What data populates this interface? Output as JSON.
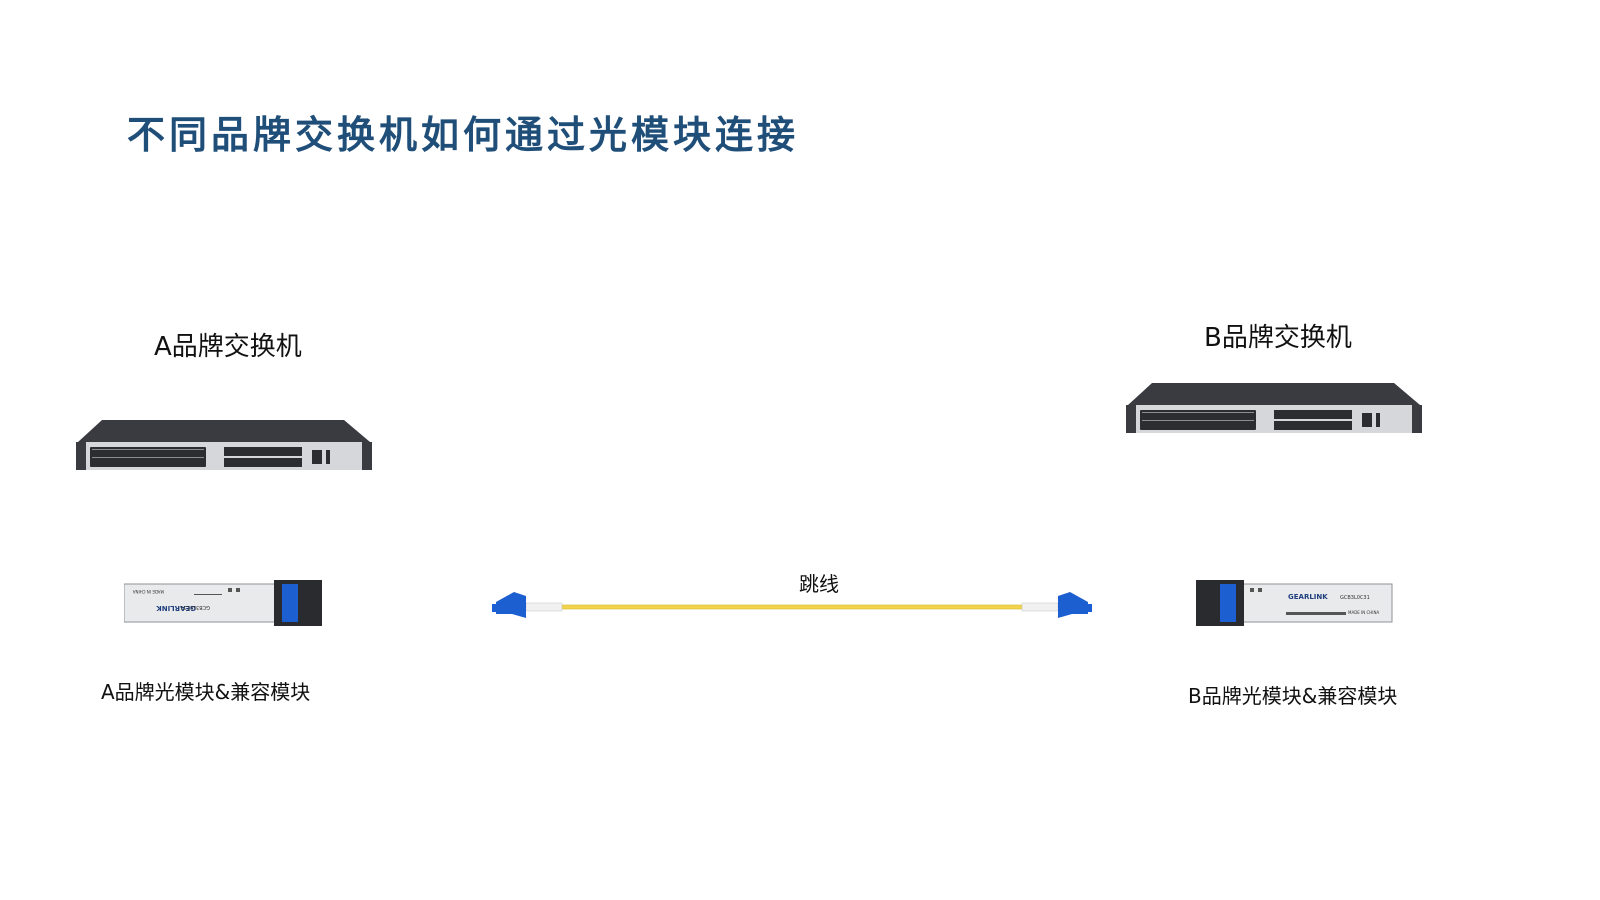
{
  "title": "不同品牌交换机如何通过光模块连接",
  "switch_a": {
    "label": "A品牌交换机"
  },
  "switch_b": {
    "label": "B品牌交换机"
  },
  "module_a": {
    "label": "A品牌光模块&兼容模块",
    "brand": "GEARLINK",
    "model": "GCB3L0C31",
    "made_in": "MADE IN CHINA"
  },
  "module_b": {
    "label": "B品牌光模块&兼容模块",
    "brand": "GEARLINK",
    "model": "GCB3L0C31",
    "made_in": "MADE IN CHINA"
  },
  "cable": {
    "label": "跳线"
  },
  "colors": {
    "title": "#1f4e79",
    "cable": "#f2d44a",
    "connector": "#1b5fd0",
    "switch_body": "#3a3b40",
    "switch_face": "#d5d7da"
  }
}
